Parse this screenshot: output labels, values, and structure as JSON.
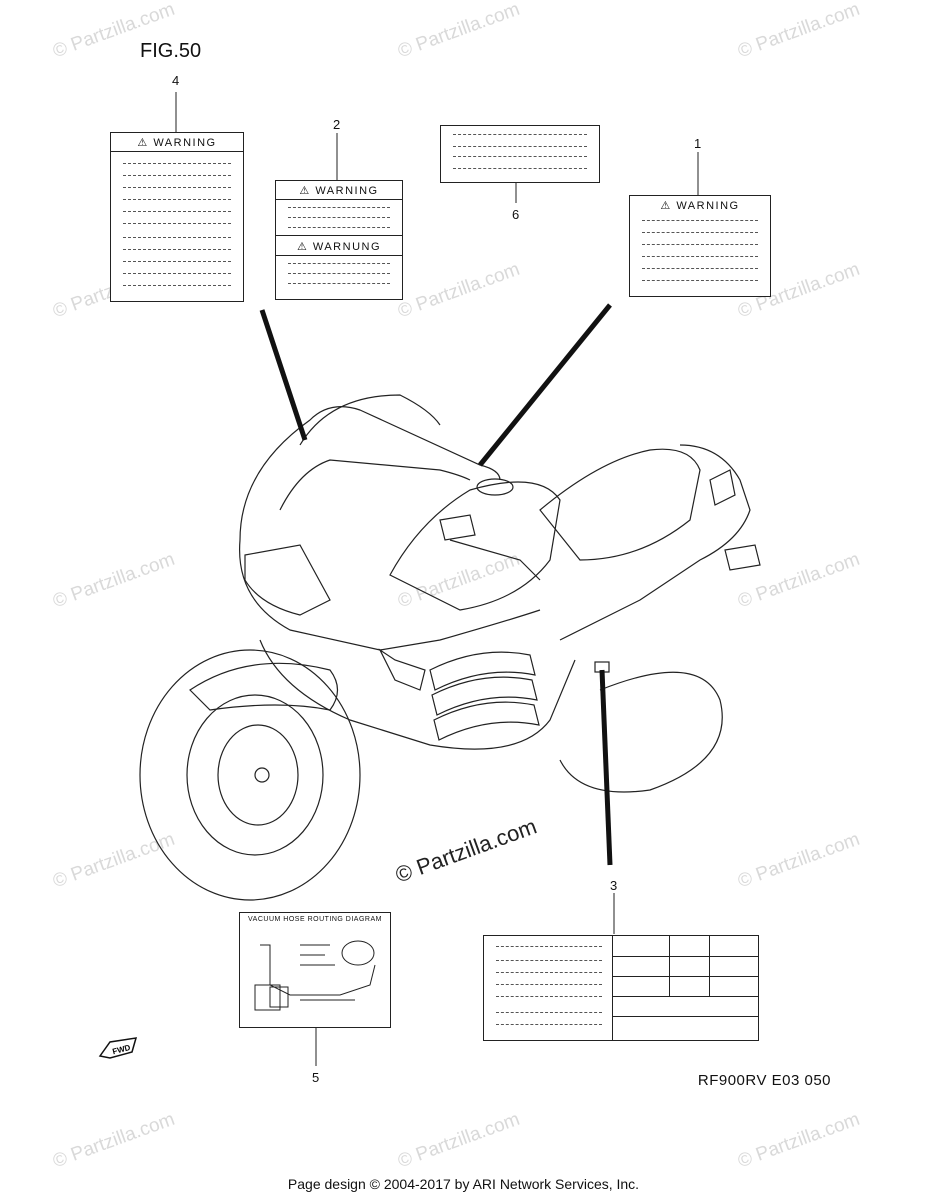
{
  "figure": {
    "title": "FIG.50",
    "code": "RF900RV E03  050"
  },
  "callouts": [
    {
      "id": "1",
      "label": "1"
    },
    {
      "id": "2",
      "label": "2"
    },
    {
      "id": "3",
      "label": "3"
    },
    {
      "id": "4",
      "label": "4"
    },
    {
      "id": "5",
      "label": "5"
    },
    {
      "id": "6",
      "label": "6"
    }
  ],
  "labels": {
    "warning_1": "WARNING",
    "warning_2a": "WARNING",
    "warning_2b": "WARNUNG",
    "warning_4": "WARNING",
    "vacuum_hose": "VACUUM HOSE ROUTING DIAGRAM",
    "fwd": "FWD"
  },
  "watermark": "© Partzilla.com",
  "center_watermark": "© Partzilla.com",
  "footer": "Page design © 2004-2017 by ARI Network Services, Inc."
}
